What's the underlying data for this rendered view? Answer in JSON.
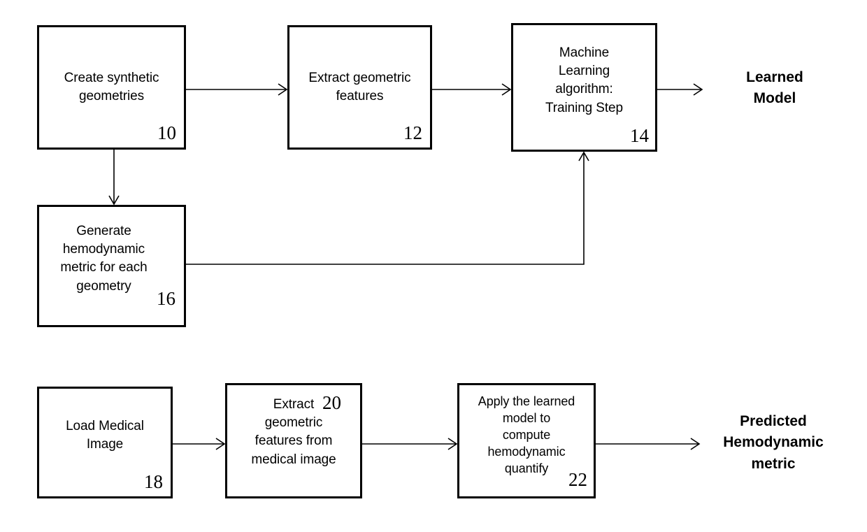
{
  "figure": {
    "type": "patent-flowchart",
    "background_color": "#ffffff",
    "line_color": "#000000"
  },
  "boxes": [
    {
      "id": "create-synthetic-geometries",
      "text": "Create synthetic\ngeometries",
      "ref": "10"
    },
    {
      "id": "extract-geometric-features",
      "text": "Extract geometric\nfeatures",
      "ref": "12"
    },
    {
      "id": "machine-learning-training",
      "text": "Machine\nLearning\nalgorithm:\nTraining Step",
      "ref": "14"
    },
    {
      "id": "generate-hemodynamic-metric",
      "text": "Generate\nhemodynamic\nmetric for each\ngeometry",
      "ref": "16"
    },
    {
      "id": "load-medical-image",
      "text": "Load Medical\nImage",
      "ref": "18"
    },
    {
      "id": "extract-features-medical-image",
      "text": "Extract\ngeometric\nfeatures from\nmedical image",
      "ref": "20"
    },
    {
      "id": "apply-learned-model",
      "text": "Apply the learned\nmodel to\ncompute\nhemodynamic\nquantify",
      "ref": "22"
    }
  ],
  "outputs": [
    {
      "id": "learned-model",
      "text": "Learned\nModel"
    },
    {
      "id": "predicted-hemodynamic-metric",
      "text": "Predicted\nHemodynamic\nmetric"
    }
  ]
}
